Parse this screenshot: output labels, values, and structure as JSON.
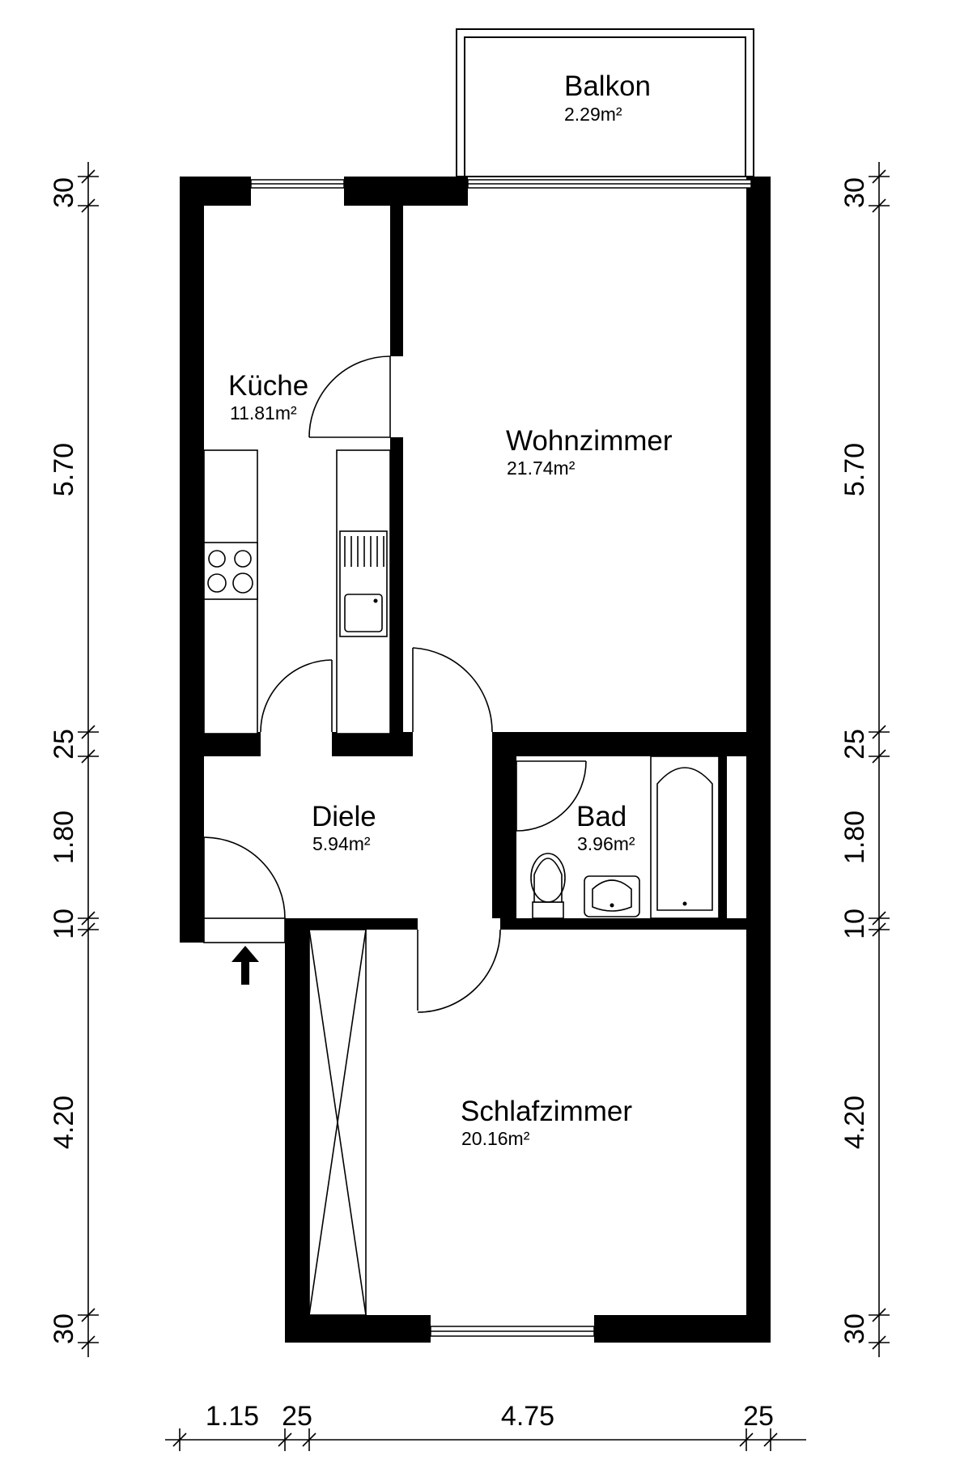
{
  "rooms": {
    "balkon": {
      "name": "Balkon",
      "area": "2.29m²"
    },
    "kueche": {
      "name": "Küche",
      "area": "11.81m²"
    },
    "wohnzimmer": {
      "name": "Wohnzimmer",
      "area": "21.74m²"
    },
    "diele": {
      "name": "Diele",
      "area": "5.94m²"
    },
    "bad": {
      "name": "Bad",
      "area": "3.96m²"
    },
    "schlafzimmer": {
      "name": "Schlafzimmer",
      "area": "20.16m²"
    }
  },
  "dimensions": {
    "vertical": [
      "30",
      "5.70",
      "25",
      "1.80",
      "10",
      "4.20",
      "30"
    ],
    "horizontal": [
      "1.15",
      "25",
      "4.75",
      "25"
    ]
  },
  "icons": [
    "entrance-arrow-icon",
    "stove-icon",
    "sink-icon",
    "toilet-icon",
    "washbasin-icon",
    "bathtub-icon"
  ]
}
